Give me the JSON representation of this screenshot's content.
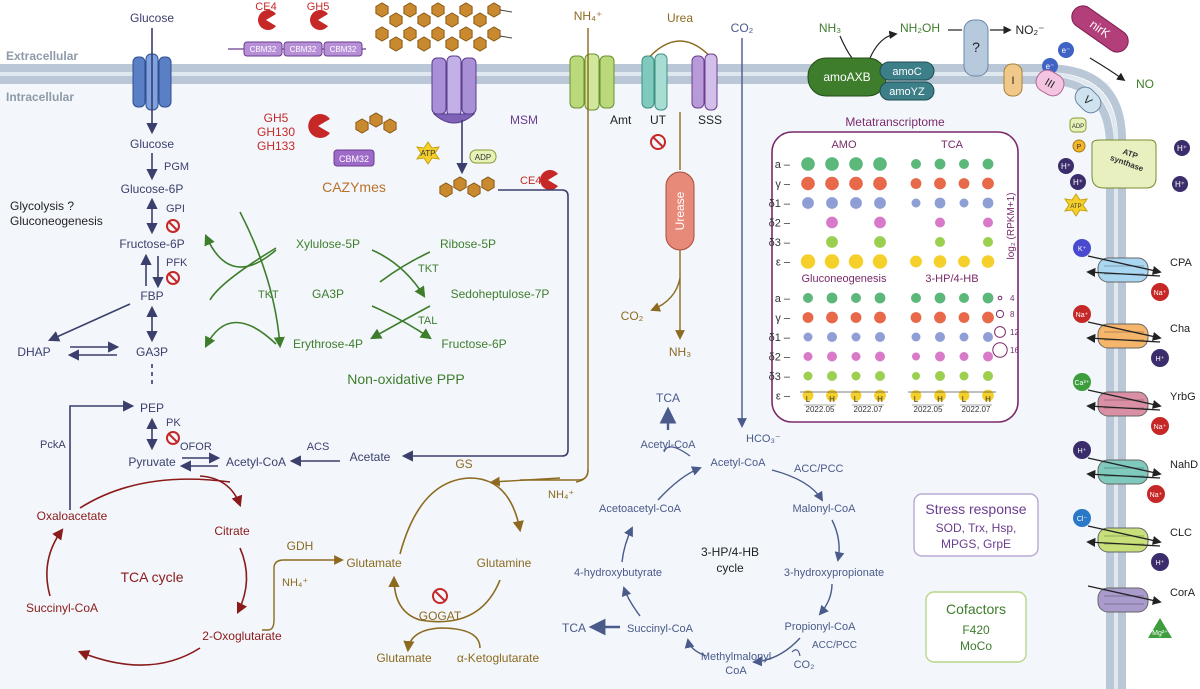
{
  "colors": {
    "navy": "#3b3f6b",
    "green": "#3e7d2c",
    "darkred": "#8b1a1a",
    "red": "#c62828",
    "gold": "#8c6a1f",
    "orange": "#b8722c",
    "purple": "#6a3d8f",
    "slate": "#4a5a8a",
    "membrane": "#b9c7d6",
    "cyto": "#f3f7fb"
  },
  "regions": {
    "extracellular": "Extracellular",
    "intracellular": "Intracellular"
  },
  "glyco": {
    "glucose_out": "Glucose",
    "glucose_in": "Glucose",
    "pgm": "PGM",
    "g6p": "Glucose-6P",
    "gpi": "GPI",
    "f6p": "Fructose-6P",
    "pfk": "PFK",
    "fbp": "FBP",
    "dhap": "DHAP",
    "ga3p": "GA3P",
    "pep": "PEP",
    "pk": "PK",
    "pyruvate": "Pyruvate",
    "ofor": "OFOR",
    "acetylcoa": "Acetyl-CoA",
    "acs": "ACS",
    "acetate": "Acetate",
    "pcka": "PckA",
    "question_line1": "Glycolysis ?",
    "question_line2": "Gluconeogenesis"
  },
  "tca": {
    "title": "TCA cycle",
    "oxaloacetate": "Oxaloacetate",
    "citrate": "Citrate",
    "oxoglutarate": "2-Oxoglutarate",
    "succinylcoa": "Succinyl-CoA"
  },
  "ppp": {
    "title": "Non-oxidative PPP",
    "tkt_left": "TKT",
    "xylulose": "Xylulose-5P",
    "ribose": "Ribose-5P",
    "tkt_mid": "TKT",
    "ga3p": "GA3P",
    "sedoheptulose": "Sedoheptulose-7P",
    "tal": "TAL",
    "erythrose": "Erythrose-4P",
    "fructose": "Fructose-6P"
  },
  "cazy": {
    "ce4_top": "CE4",
    "gh5_top": "GH5",
    "cbm1": "CBM32",
    "cbm2": "CBM32",
    "cbm3": "CBM32",
    "gh5": "GH5",
    "gh130": "GH130",
    "gh133": "GH133",
    "cbm_in": "CBM32",
    "title": "CAZYmes",
    "msm": "MSM",
    "atp": "ATP",
    "adp": "ADP",
    "ce4_in": "CE4"
  },
  "nitrogen": {
    "nh4_top": "NH₄⁺",
    "amt": "Amt",
    "urea": "Urea",
    "ut": "UT",
    "sss": "SSS",
    "urease": "Urease",
    "co2_urease": "CO₂",
    "nh3_urease": "NH₃",
    "gs": "GS",
    "nh4_gs": "NH₄⁺",
    "gdh": "GDH",
    "nh4_gdh": "NH₄⁺",
    "glutamate": "Glutamate",
    "glutamine": "Glutamine",
    "gogat": "GOGAT",
    "glutamate2": "Glutamate",
    "ketoglutarate": "α-Ketoglutarate"
  },
  "hphb": {
    "co2": "CO₂",
    "hco3": "HCO₃⁻",
    "tca_top": "TCA",
    "acetylcoa_left": "Acetyl-CoA",
    "acetylcoa": "Acetyl-CoA",
    "accpcc1": "ACC/PCC",
    "malonylcoa": "Malonyl-CoA",
    "hp": "3-hydroxypropionate",
    "propionylcoa": "Propionyl-CoA",
    "accpcc2": "ACC/PCC",
    "co2_b": "CO₂",
    "methylmalonyl1": "Methylmalonyl",
    "methylmalonyl2": "CoA",
    "succinylcoa": "Succinyl-CoA",
    "tca_left": "TCA",
    "hb": "4-hydroxybutyrate",
    "acetoacetyl": "Acetoacetyl-CoA",
    "cycle1": "3-HP/4-HB",
    "cycle2": "cycle"
  },
  "ammonia_ox": {
    "nh3": "NH₃",
    "nh2oh": "NH₂OH",
    "amoaxb": "amoAXB",
    "amoc": "amoC",
    "amoyz": "amoYZ",
    "q": "?",
    "no2": "NO₂⁻",
    "nirk": "nirK",
    "no": "NO",
    "e": "e⁻",
    "c1": "I",
    "c3": "III",
    "c5": "V",
    "adp": "ADP",
    "p": "P",
    "atp": "ATP",
    "synthase1": "ATP",
    "synthase2": "synthase",
    "h": "H⁺"
  },
  "transporters": [
    {
      "name": "CPA",
      "in": "K⁺",
      "out": "Na⁺",
      "color": "#a9d6f0"
    },
    {
      "name": "Cha",
      "in": "Na⁺",
      "out": "H⁺",
      "color": "#f5b56b"
    },
    {
      "name": "YrbG",
      "in": "Ca²⁺",
      "out": "Na⁺",
      "color": "#d98fa4"
    },
    {
      "name": "NahD",
      "in": "H⁺",
      "out": "Na⁺",
      "color": "#7fc9bd"
    },
    {
      "name": "CLC",
      "in": "Cl⁻",
      "out": "H⁺",
      "color": "#c7e07a"
    },
    {
      "name": "CorA",
      "in": "Mg²⁺",
      "out": "",
      "color": "#a99bcc"
    }
  ],
  "stress": {
    "title": "Stress response",
    "line1": "SOD, Trx, Hsp,",
    "line2": "MPGS, GrpE"
  },
  "cofactors": {
    "title": "Cofactors",
    "line1": "F420",
    "line2": "MoCo"
  },
  "chart_data": {
    "type": "bubble-heatmap",
    "title": "Metatranscriptome",
    "scale_label": "log₂ (RPKM+1)",
    "row_labels": [
      "a",
      "γ",
      "δ1",
      "δ2",
      "δ3",
      "ε"
    ],
    "row_colors": [
      "#5bb87a",
      "#e8694a",
      "#8f9fd6",
      "#d97ac8",
      "#9bcf4f",
      "#f5cf2a"
    ],
    "column_labels": [
      "L",
      "H",
      "L",
      "H"
    ],
    "group_labels": [
      "2022.05",
      "2022.07",
      "2022.05",
      "2022.07"
    ],
    "size_legend": [
      4,
      8,
      12,
      16
    ],
    "panels": [
      {
        "title": "AMO",
        "values": [
          [
            15,
            15,
            15,
            15
          ],
          [
            15,
            15,
            15,
            15
          ],
          [
            13,
            13,
            13,
            13
          ],
          [
            0,
            13,
            0,
            13
          ],
          [
            0,
            13,
            0,
            13
          ],
          [
            16,
            16,
            16,
            16
          ]
        ]
      },
      {
        "title": "TCA",
        "values": [
          [
            11,
            12,
            11,
            12
          ],
          [
            12,
            13,
            12,
            13
          ],
          [
            10,
            12,
            10,
            12
          ],
          [
            0,
            11,
            0,
            11
          ],
          [
            0,
            11,
            0,
            11
          ],
          [
            13,
            14,
            13,
            14
          ]
        ]
      },
      {
        "title": "Gluconeogenesis",
        "values": [
          [
            11,
            12,
            11,
            12
          ],
          [
            12,
            13,
            12,
            13
          ],
          [
            10,
            11,
            10,
            11
          ],
          [
            10,
            11,
            10,
            11
          ],
          [
            10,
            11,
            10,
            11
          ],
          [
            12,
            13,
            12,
            13
          ]
        ]
      },
      {
        "title": "3-HP/4-HB",
        "values": [
          [
            11,
            12,
            11,
            12
          ],
          [
            12,
            13,
            12,
            13
          ],
          [
            10,
            11,
            10,
            11
          ],
          [
            9,
            11,
            10,
            11
          ],
          [
            9,
            11,
            10,
            11
          ],
          [
            12,
            13,
            12,
            13
          ]
        ]
      }
    ]
  }
}
